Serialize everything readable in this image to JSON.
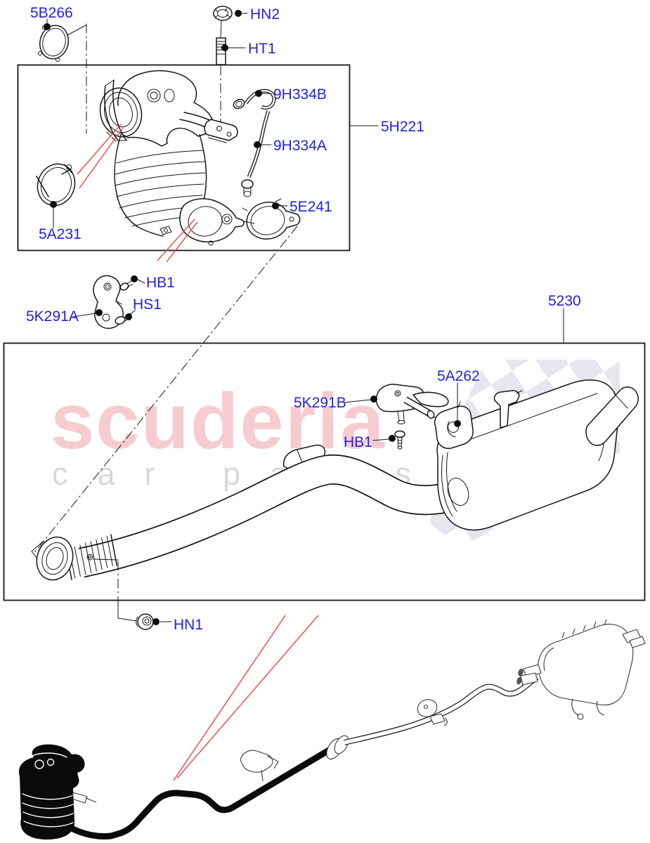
{
  "watermark": {
    "brand": "scuderia",
    "subtext": "car parts"
  },
  "colors": {
    "label_blue": "#2222dd",
    "pointer_red": "#e84545",
    "wm_pink": "#f6ccd1",
    "wm_gray": "#d9d9d9",
    "checker": "#e7e5ee",
    "line": "#161616"
  },
  "groups": {
    "converter_assembly": "5H221",
    "exhaust_assembly": "5230"
  },
  "callouts": {
    "gasket": "5B266",
    "nut_upper": "HN2",
    "stud": "HT1",
    "tube_upper": "9H334B",
    "tube_lower": "9H334A",
    "clamp_inlet": "5A231",
    "clamp_outlet": "5E241",
    "bolt_front_bracket": "HB1",
    "screw_front_bracket": "HS1",
    "bracket_front": "5K291A",
    "bracket_rear": "5K291B",
    "isolator": "5A262",
    "bolt_rear_bracket": "HB1",
    "nut_lower": "HN1"
  }
}
